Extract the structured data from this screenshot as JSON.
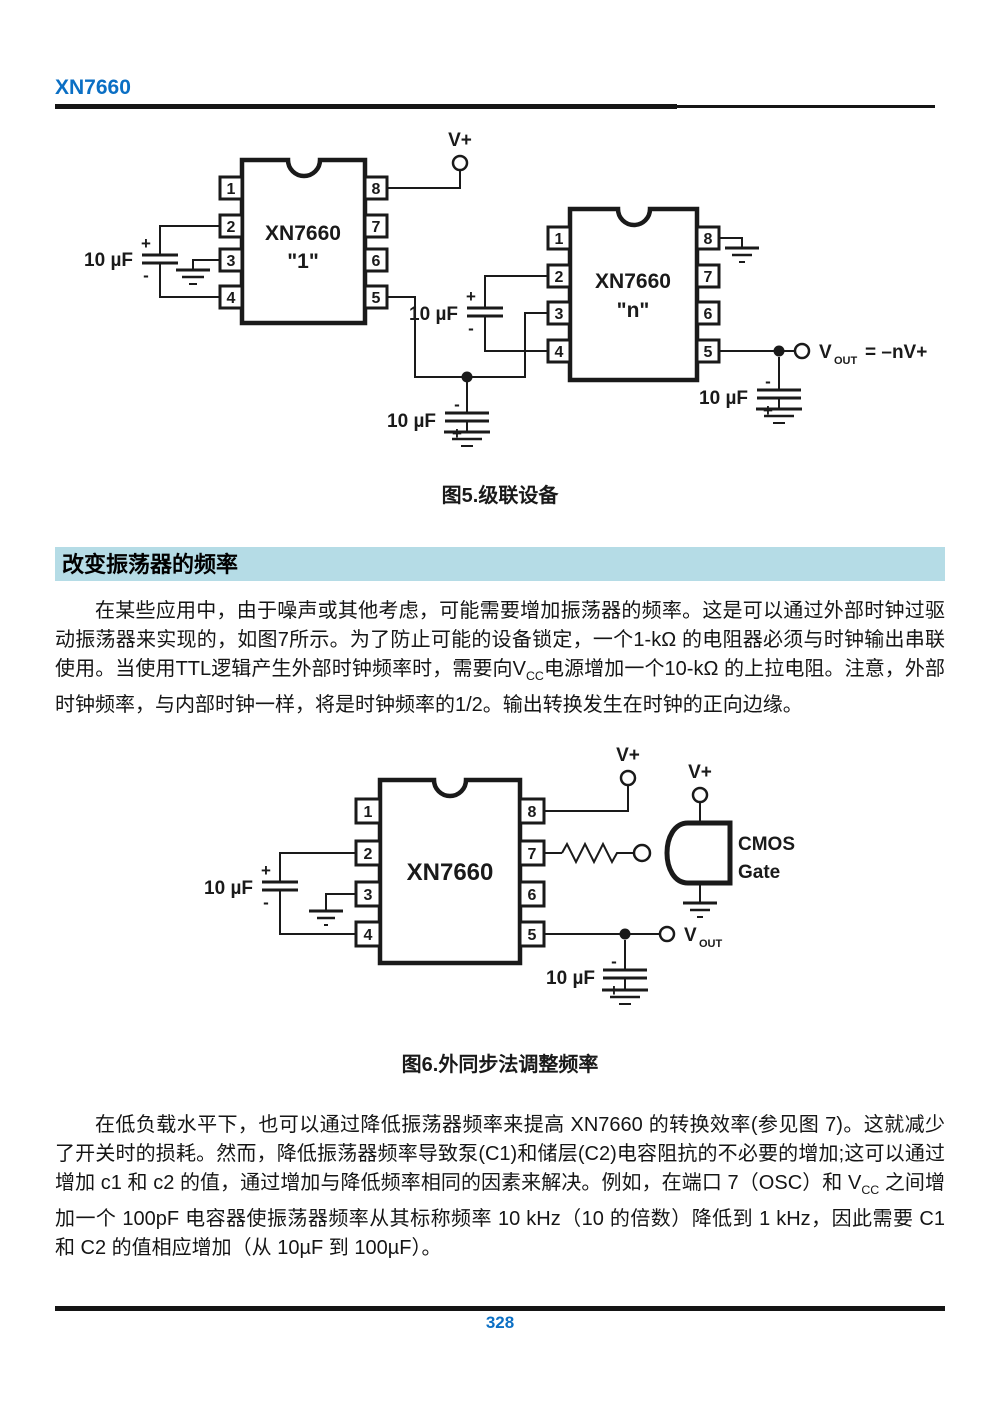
{
  "page": {
    "header_title": "XN7660",
    "page_number": "328",
    "accent_blue": "#0b6fc4",
    "section_bar_bg": "#b5dce6"
  },
  "shared": {
    "cap_label": "10 µF",
    "vplus": "V+",
    "plus": "+",
    "minus": "-"
  },
  "figure5": {
    "caption": "图5.级联设备",
    "ic1": {
      "name": "XN7660",
      "designator": "\"1\"",
      "pins_left": [
        "1",
        "2",
        "3",
        "4"
      ],
      "pins_right": [
        "8",
        "7",
        "6",
        "5"
      ]
    },
    "ic2": {
      "name": "XN7660",
      "designator": "\"n\"",
      "pins_left": [
        "1",
        "2",
        "3",
        "4"
      ],
      "pins_right": [
        "8",
        "7",
        "6",
        "5"
      ]
    },
    "vout": {
      "v": "V",
      "sub": "OUT",
      "eq": "= –nV+"
    }
  },
  "section": {
    "heading": "改变振荡器的频率"
  },
  "para1": {
    "segments": [
      {
        "t": "在某些应用中，由于噪声或其他考虑，可能需要增加振荡器的频率。这是可以通过外部时钟过驱动振荡器来实现的，如图7所示。为了防止可能的设备锁定，一个1-kΩ 的电阻器必须与时钟输出串联使用。当使用TTL逻辑产生外部时钟频率时，需要向V"
      },
      {
        "t": "CC",
        "sub": true
      },
      {
        "t": "电源增加一个10-kΩ 的上拉电阻。注意，外部时钟频率，与内部时钟一样，将是时钟频率的1/2。输出转换发生在时钟的正向边缘。"
      }
    ]
  },
  "figure6": {
    "caption": "图6.外同步法调整频率",
    "ic": {
      "name": "XN7660",
      "pins_left": [
        "1",
        "2",
        "3",
        "4"
      ],
      "pins_right": [
        "8",
        "7",
        "6",
        "5"
      ]
    },
    "cmos": [
      "CMOS",
      "Gate"
    ],
    "vout": {
      "v": "V",
      "sub": "OUT"
    }
  },
  "para2": {
    "segments": [
      {
        "t": "在低负载水平下，也可以通过降低振荡器频率来提高 XN7660 的转换效率(参见图 7)。这就减少了开关时的损耗。然而，降低振荡器频率导致泵(C1)和储层(C2)电容阻抗的不必要的增加;这可以通过增加 c1 和 c2 的值，通过增加与降低频率相同的因素来解决。例如，在端口 7（OSC）和 V"
      },
      {
        "t": "CC",
        "sub": true
      },
      {
        "t": " 之间增加一个 100pF 电容器使振荡器频率从其标称频率 10 kHz（10 的倍数）降低到 1 kHz，因此需要 C1 和 C2 的值相应增加（从 10µF 到 100µF）。"
      }
    ]
  }
}
